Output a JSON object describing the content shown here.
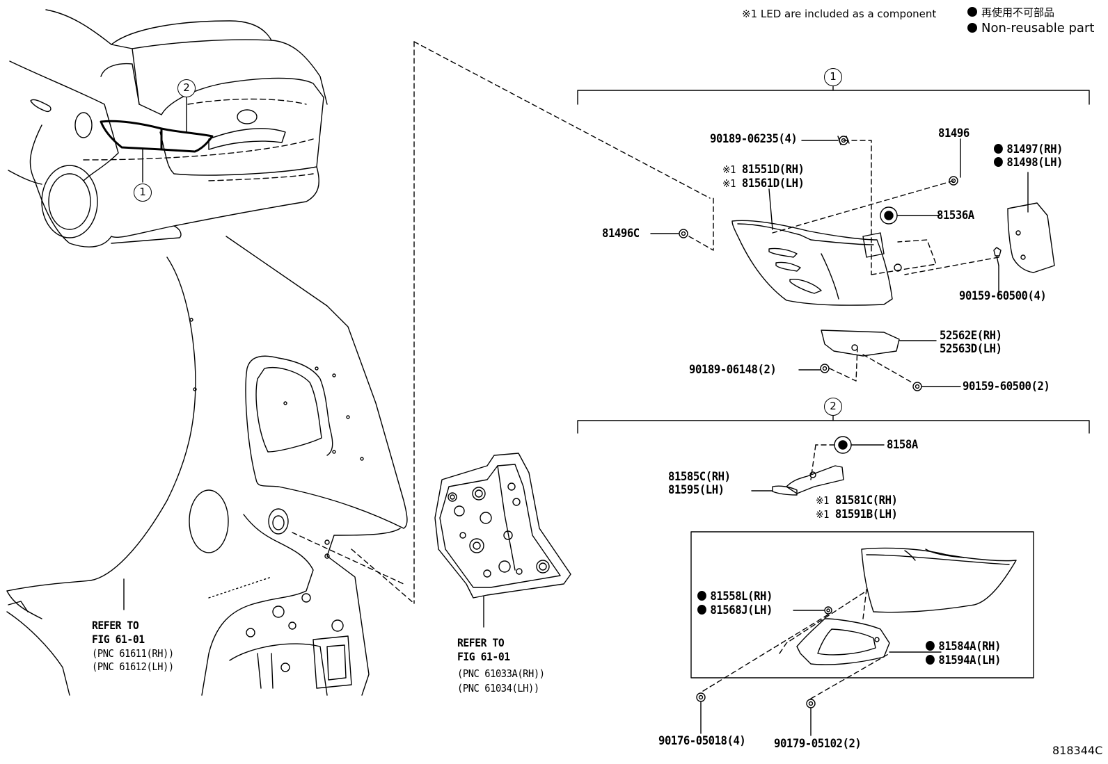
{
  "legend": {
    "led_note": "※1 LED are included as a component",
    "nonreusable_jp": "再使用不可部品",
    "nonreusable_en": "Non-reusable part"
  },
  "callouts": {
    "c1": "1",
    "c2": "2",
    "c1_top": "1",
    "c2_top": "2"
  },
  "parts": {
    "p90189_06235": "90189-06235(4)",
    "p81496": "81496",
    "p81497": "81497(RH)",
    "p81498": "81498(LH)",
    "p81551D": "81551D(RH)",
    "p81561D": "81561D(LH)",
    "p81536A": "81536A",
    "p81496C": "81496C",
    "p90159_60500_4": "90159-60500(4)",
    "p52562E": "52562E(RH)",
    "p52563D": "52563D(LH)",
    "p90189_06148": "90189-06148(2)",
    "p90159_60500_2": "90159-60500(2)",
    "p8158A": "8158A",
    "p81585C": "81585C(RH)",
    "p81595": "81595(LH)",
    "p81581C": "81581C(RH)",
    "p81591B": "81591B(LH)",
    "p81558L": "81558L(RH)",
    "p81568J": "81568J(LH)",
    "p81584A": "81584A(RH)",
    "p81594A": "81594A(LH)",
    "p90176_05018": "90176-05018(4)",
    "p90179_05102": "90179-05102(2)"
  },
  "markers": {
    "led_mark": "※1"
  },
  "refs": {
    "left_refer": "REFER TO",
    "left_fig": "FIG 61-01",
    "left_pnc_rh": "(PNC 61611(RH))",
    "left_pnc_lh": "(PNC 61612(LH))",
    "mid_refer": "REFER TO",
    "mid_fig": "FIG 61-01",
    "mid_pnc_rh": "(PNC 61033A(RH))",
    "mid_pnc_lh": "(PNC 61034(LH))"
  },
  "figure_id": "818344C"
}
